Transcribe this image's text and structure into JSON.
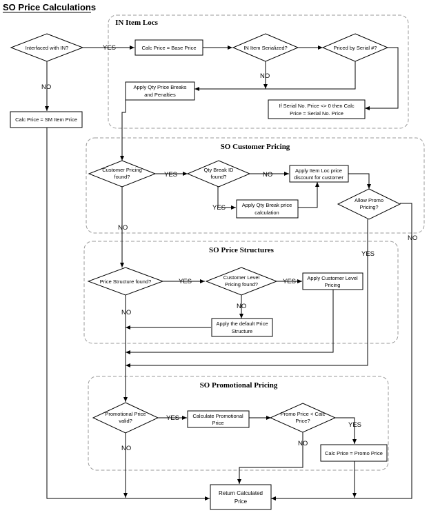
{
  "title": "SO Price Calculations",
  "sections": {
    "in_item_locs": "IN Item Locs",
    "so_customer_pricing": "SO Customer Pricing",
    "so_price_structures": "SO Price Structures",
    "so_promotional_pricing": "SO Promotional Pricing"
  },
  "nodes": {
    "interfaced_with_in": [
      "Interfaced with IN?"
    ],
    "calc_price_base": [
      "Calc Price = Base Price"
    ],
    "in_item_serialized": [
      "IN Item Serialized?"
    ],
    "priced_by_serial": [
      "Priced by Serial #?"
    ],
    "apply_qty_price_breaks": [
      "Apply Qty Price Breaks",
      "and Penalties"
    ],
    "serial_no_price": [
      "If Serial No. Price <> 0 then Calc",
      "Price = Serial No. Price"
    ],
    "calc_price_sm_item": [
      "Calc Price = SM Item Price"
    ],
    "customer_pricing_found": [
      "Customer Pricing",
      "found?"
    ],
    "qty_break_id_found": [
      "Qty Break ID",
      "found?"
    ],
    "apply_item_loc_discount": [
      "Apply Item Loc price",
      "discount for customer"
    ],
    "apply_qty_break_calc": [
      "Apply Qty Break price",
      "calculation"
    ],
    "allow_promo_pricing": [
      "Allow Promo",
      "Pricing?"
    ],
    "price_structure_found": [
      "Price Structure found?"
    ],
    "customer_level_pricing_found": [
      "Customer Level",
      "Pricing found?"
    ],
    "apply_customer_level_pricing": [
      "Apply Customer Level",
      "Pricing"
    ],
    "apply_default_price_structure": [
      "Apply the default Price",
      "Structure"
    ],
    "promotional_price_valid": [
      "Promotional Price",
      "valid?"
    ],
    "calculate_promotional_price": [
      "Calculate Promotional",
      "Price"
    ],
    "promo_price_lt_calc": [
      "Promo Price < Calc",
      "Price?"
    ],
    "calc_price_promo": [
      "Calc Price = Promo Price"
    ],
    "return_calculated_price": [
      "Return Calculated",
      "Price"
    ]
  },
  "edge_labels": {
    "interfaced_yes": "YES",
    "interfaced_no": "NO",
    "serialized_no": "NO",
    "customer_pricing_yes": "YES",
    "customer_pricing_no": "NO",
    "qty_break_no": "NO",
    "qty_break_yes": "YES",
    "allow_promo_yes": "YES",
    "allow_promo_no": "NO",
    "price_structure_yes": "YES",
    "price_structure_no": "NO",
    "customer_level_yes": "YES",
    "customer_level_no": "NO",
    "promo_valid_yes": "YES",
    "promo_valid_no": "NO",
    "promo_lt_yes": "YES",
    "promo_lt_no": "NO"
  },
  "colors": {
    "section_border": "#9a9a9a",
    "stroke": "#000000",
    "fill": "#ffffff"
  }
}
